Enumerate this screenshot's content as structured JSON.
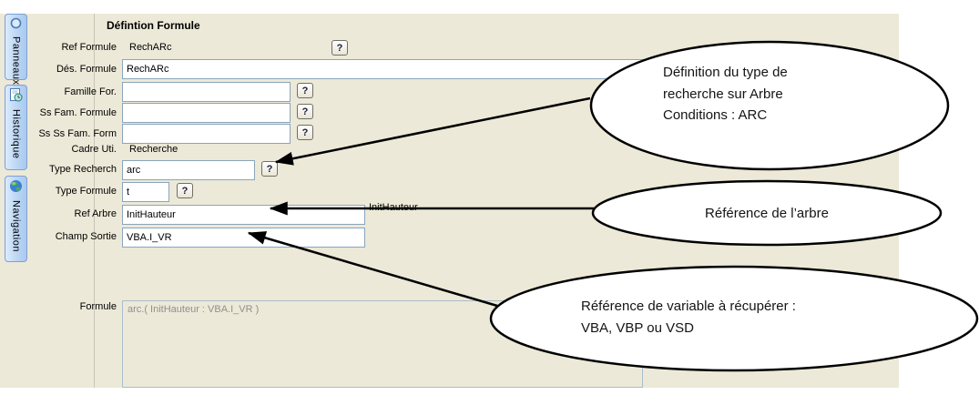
{
  "sidebar": {
    "tabs": [
      {
        "label": "Panneaux"
      },
      {
        "label": "Historique"
      },
      {
        "label": "Navigation"
      }
    ]
  },
  "form": {
    "title": "Défintion Formule",
    "help_label": "?",
    "fields": {
      "ref_formule": {
        "label": "Ref Formule",
        "value": "RechARc"
      },
      "des_formule": {
        "label": "Dés. Formule",
        "value": "RechARc"
      },
      "famille_for": {
        "label": "Famille For.",
        "value": ""
      },
      "ss_fam_formule": {
        "label": "Ss Fam. Formule",
        "value": ""
      },
      "ss_ss_fam_form": {
        "label": "Ss Ss Fam. Form",
        "value": ""
      },
      "cadre_uti": {
        "label": "Cadre Uti.",
        "value": "Recherche"
      },
      "type_recherch": {
        "label": "Type Recherch",
        "value": "arc"
      },
      "type_formule": {
        "label": "Type Formule",
        "value": "t"
      },
      "ref_arbre": {
        "label": "Ref Arbre",
        "value": "InitHauteur",
        "echo": "InitHauteur"
      },
      "champ_sortie": {
        "label": "Champ Sortie",
        "value": "VBA.I_VR"
      },
      "formule": {
        "label": "Formule",
        "value": "arc.( InitHauteur : VBA.I_VR )"
      }
    }
  },
  "callouts": [
    {
      "lines": [
        "Définition du type de",
        "recherche sur Arbre",
        "Conditions : ARC"
      ]
    },
    {
      "lines": [
        "Référence de l’arbre"
      ]
    },
    {
      "lines": [
        "Référence de variable à récupérer :",
        "VBA, VBP ou VSD"
      ]
    }
  ],
  "colors": {
    "panel_bg": "#ece9d8",
    "input_border": "#8aa5bd",
    "tab_fill": "#bcd6f4",
    "callout_stroke": "#000000"
  }
}
